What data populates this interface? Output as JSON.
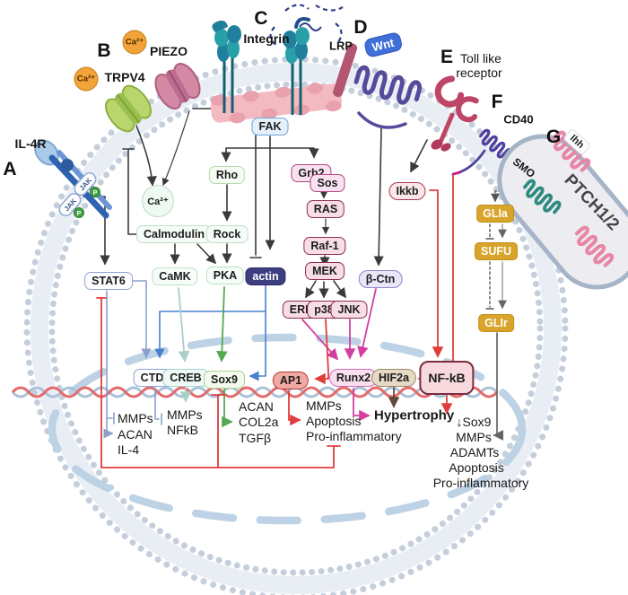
{
  "markers": {
    "a": "A",
    "b": "B",
    "c": "C",
    "d": "D",
    "e": "E",
    "f": "F",
    "g": "G"
  },
  "receptors": {
    "il4r": "IL-4R",
    "trpv4": "TRPV4",
    "piezo": "PIEZO",
    "integrin": "Integrin",
    "lrp": "LRP",
    "wnt": "Wnt",
    "tlr_line1": "Toll like",
    "tlr_line2": "receptor",
    "cd40": "CD40",
    "smo": "SMO",
    "ihh": "Ihh",
    "ptch": "PTCH1/2",
    "jak": "JAK",
    "phospho": "P",
    "ca_ext": "Ca²⁺"
  },
  "nodes": {
    "stat6": "STAT6",
    "ca_in": "Ca²⁺",
    "calmodulin": "Calmodulin",
    "camk": "CaMK",
    "rho": "Rho",
    "rock": "Rock",
    "pka": "PKA",
    "fak": "FAK",
    "actin": "actin",
    "grb2": "Grb2",
    "sos": "Sos",
    "ras": "RAS",
    "raf1": "Raf-1",
    "mek": "MEK",
    "erk": "ERK",
    "p38": "p38",
    "jnk": "JNK",
    "bctn": "β-Ctn",
    "ikkb": "Ikkb",
    "glia": "GLIa",
    "sufu": "SUFU",
    "glir": "GLIr",
    "ctd2": "CTD2",
    "creb": "CREB",
    "sox9": "Sox9",
    "ap1": "AP1",
    "runx2": "Runx2",
    "hif2a": "HIF2a",
    "nfkb": "NF-kB"
  },
  "outputs": {
    "stat6_list": [
      "MMPs",
      "ACAN",
      "IL-4"
    ],
    "ctd2_list": [
      "MMPs",
      "NFkB"
    ],
    "sox9_list": [
      "ACAN",
      "COL2a",
      "TGFβ"
    ],
    "ap1_list": [
      "MMPs",
      "Apoptosis",
      "Pro-inflammatory"
    ],
    "runx2_out": "Hypertrophy",
    "nfkb_list": [
      "↓Sox9",
      "MMPs",
      "ADAMTs",
      "Apoptosis",
      "Pro-inflammatory"
    ]
  },
  "colors": {
    "membrane_beads": "#c5cfdc",
    "membrane_tails": "#e9eef5",
    "nucleus_dash": "#bdd2e4",
    "dna_red": "#e26a6a",
    "dna_blue": "#a9c0d8",
    "activation_red": "#e23c3c",
    "magenta": "#d33fa0",
    "green": "#55a753",
    "blue": "#4a80d0",
    "blue_gray": "#8aa0cc",
    "gold": "#d9a42b",
    "actin_navy": "#3d3e80",
    "wnt_blue": "#3f6fd8",
    "hh_gray": "#666666"
  }
}
